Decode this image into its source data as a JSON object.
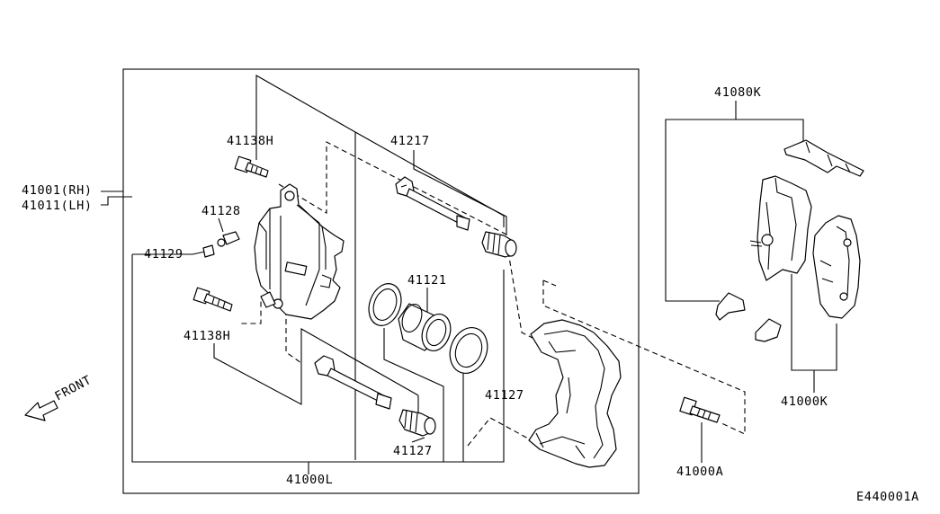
{
  "labels": {
    "caliper_rh": "41001(RH)",
    "caliper_lh": "41011(LH)",
    "bolt_upper": "41138H",
    "bolt_lower": "41138H",
    "bleeder_screw": "41128",
    "bleeder_cap": "41129",
    "pin_boot_kit": "41217",
    "piston": "41121",
    "boot_upper": "41127",
    "boot_lower": "41127",
    "caliper_assy": "41000L",
    "pad_kit_hardware": "41080K",
    "pad_kit": "41000K",
    "torque_member_bolt": "41000A",
    "front_arrow": "FRONT",
    "diagram_code": "E440001A"
  }
}
